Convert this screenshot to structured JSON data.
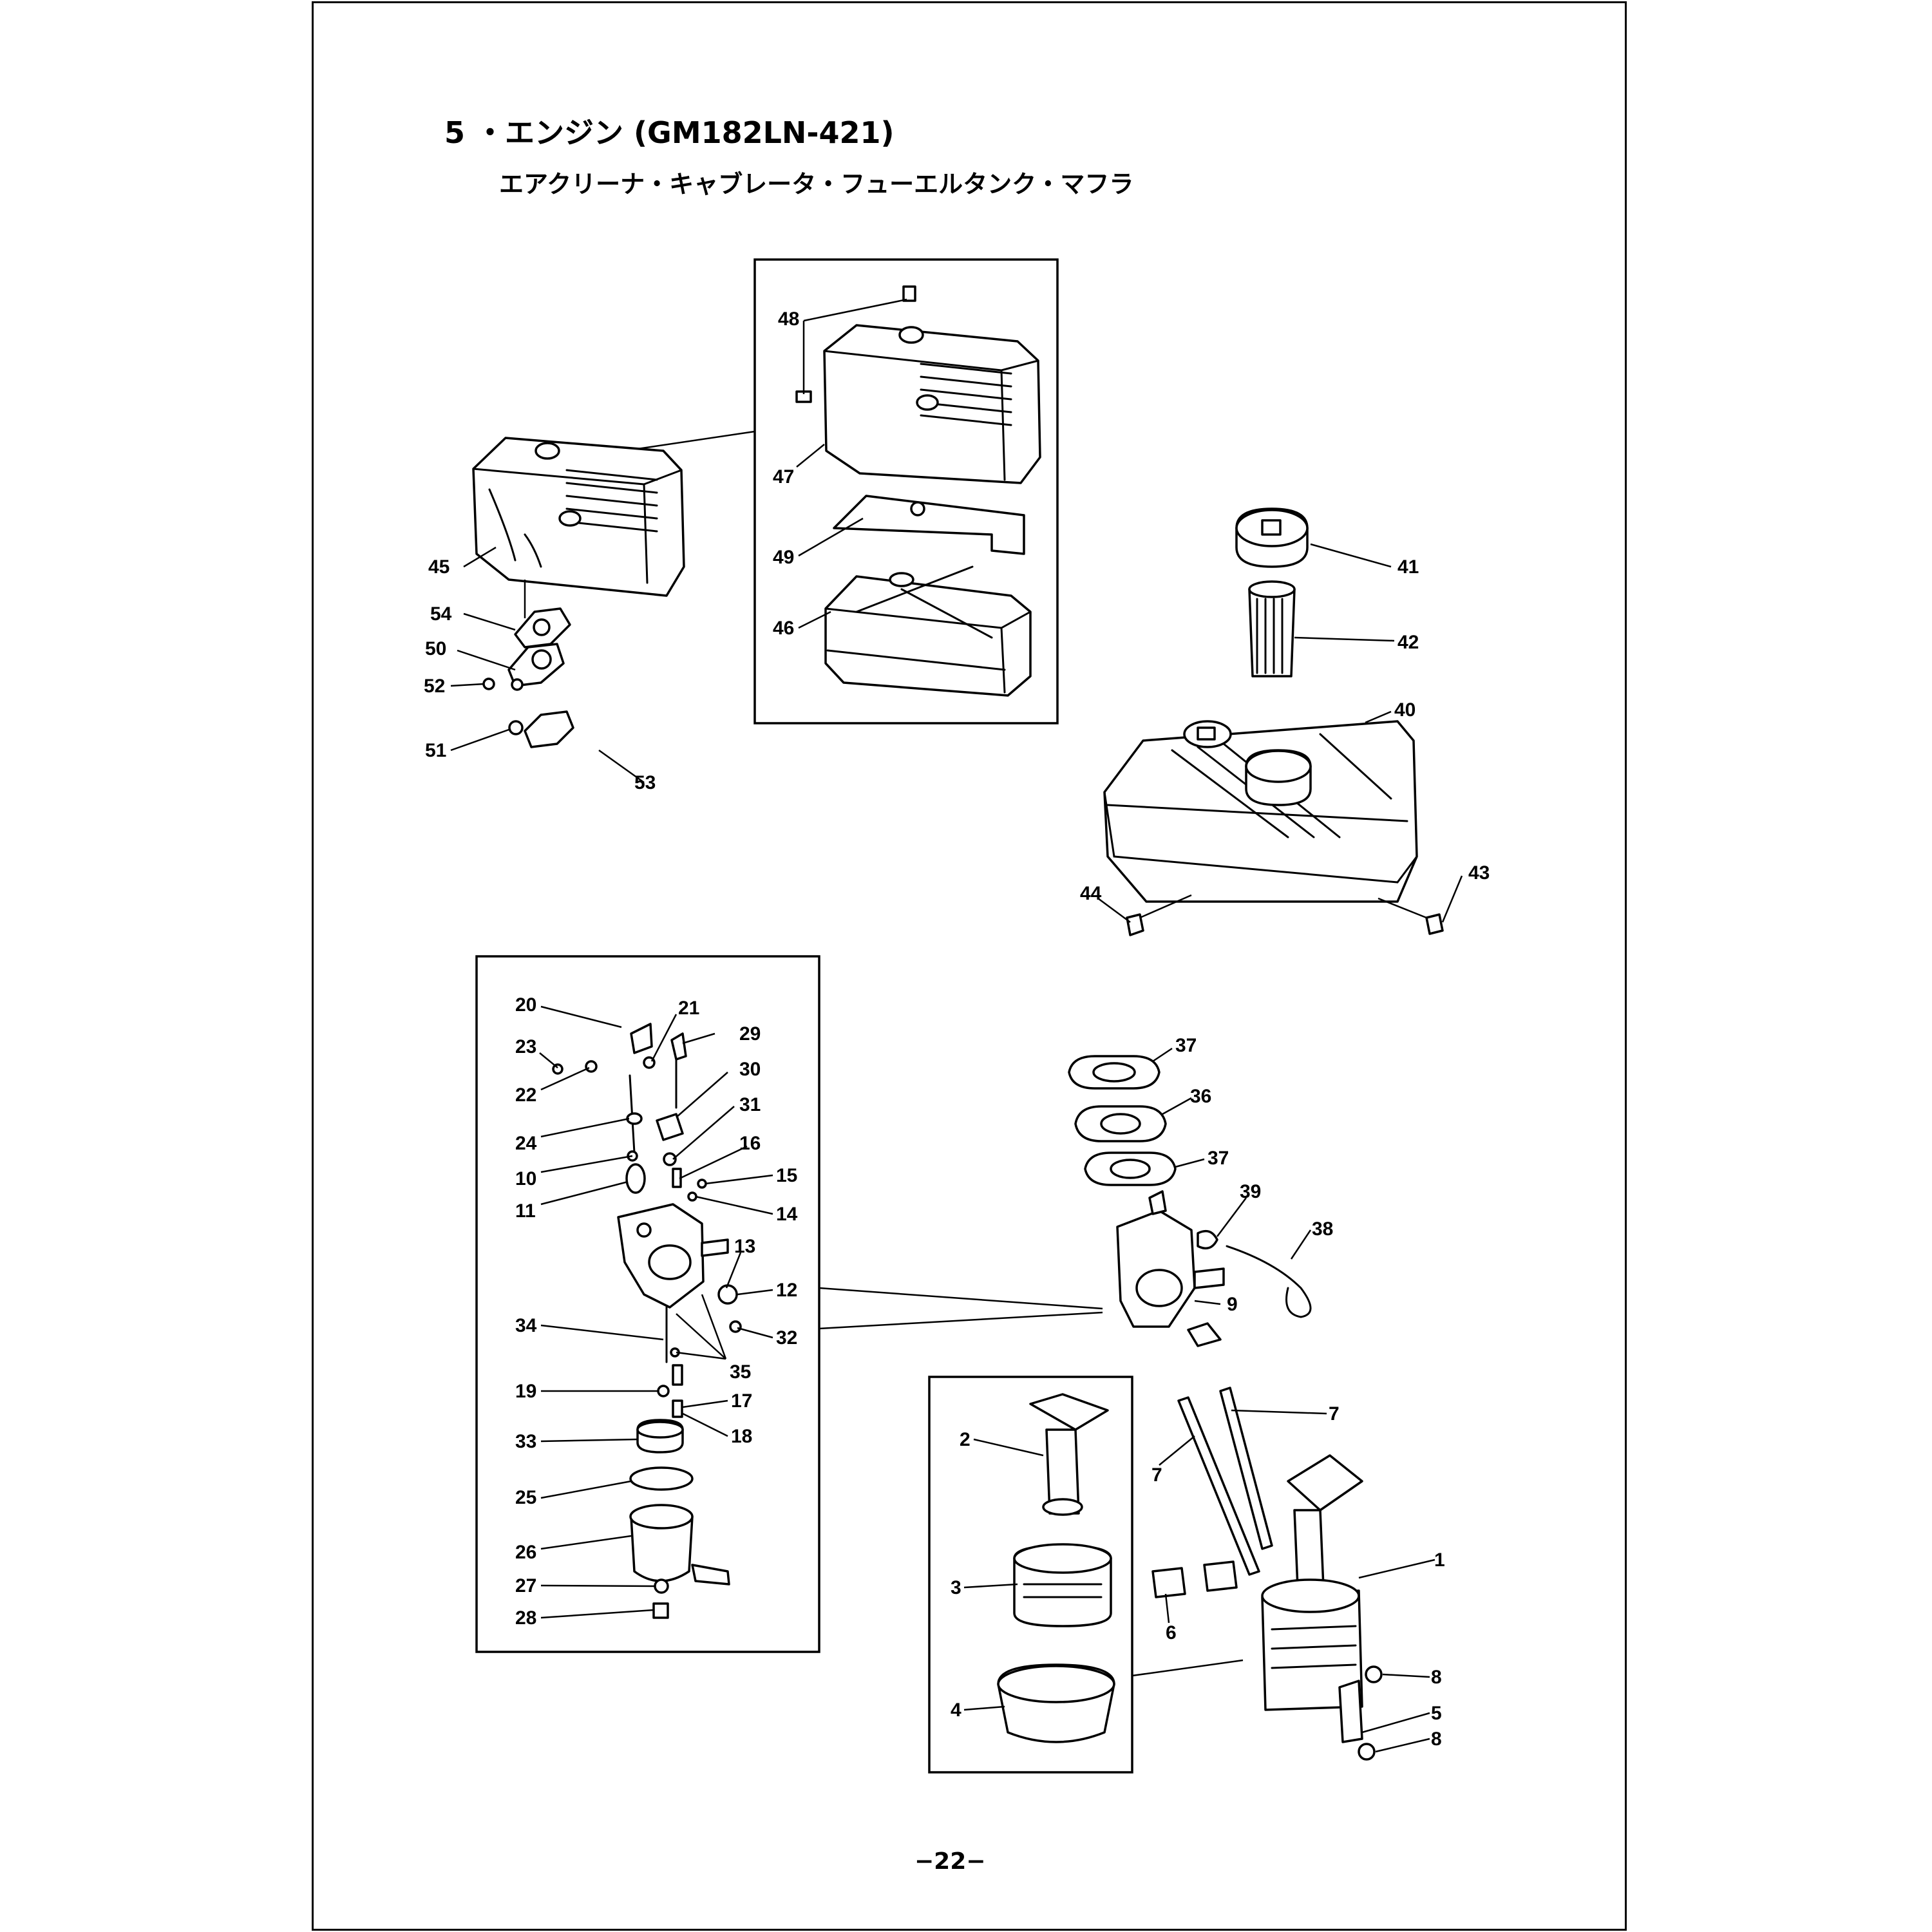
{
  "title": "5 ・エンジン (GM182LN-421)",
  "subtitle": "エアクリーナ・キャブレータ・フューエルタンク・マフラ",
  "page_number": "−22−",
  "callouts": {
    "c1": "1",
    "c2": "2",
    "c3": "3",
    "c4": "4",
    "c5": "5",
    "c6": "6",
    "c7a": "7",
    "c7b": "7",
    "c8a": "8",
    "c8b": "8",
    "c9": "9",
    "c10": "10",
    "c11": "11",
    "c12": "12",
    "c13": "13",
    "c14": "14",
    "c15": "15",
    "c16": "16",
    "c17": "17",
    "c18": "18",
    "c19": "19",
    "c20": "20",
    "c21": "21",
    "c22": "22",
    "c23": "23",
    "c24": "24",
    "c25": "25",
    "c26": "26",
    "c27": "27",
    "c28": "28",
    "c29": "29",
    "c30": "30",
    "c31": "31",
    "c32": "32",
    "c33": "33",
    "c34": "34",
    "c35": "35",
    "c36": "36",
    "c37a": "37",
    "c37b": "37",
    "c38": "38",
    "c39": "39",
    "c40": "40",
    "c41": "41",
    "c42": "42",
    "c43": "43",
    "c44": "44",
    "c45": "45",
    "c46": "46",
    "c47": "47",
    "c48": "48",
    "c49": "49",
    "c50": "50",
    "c51": "51",
    "c52": "52",
    "c53": "53",
    "c54": "54"
  }
}
